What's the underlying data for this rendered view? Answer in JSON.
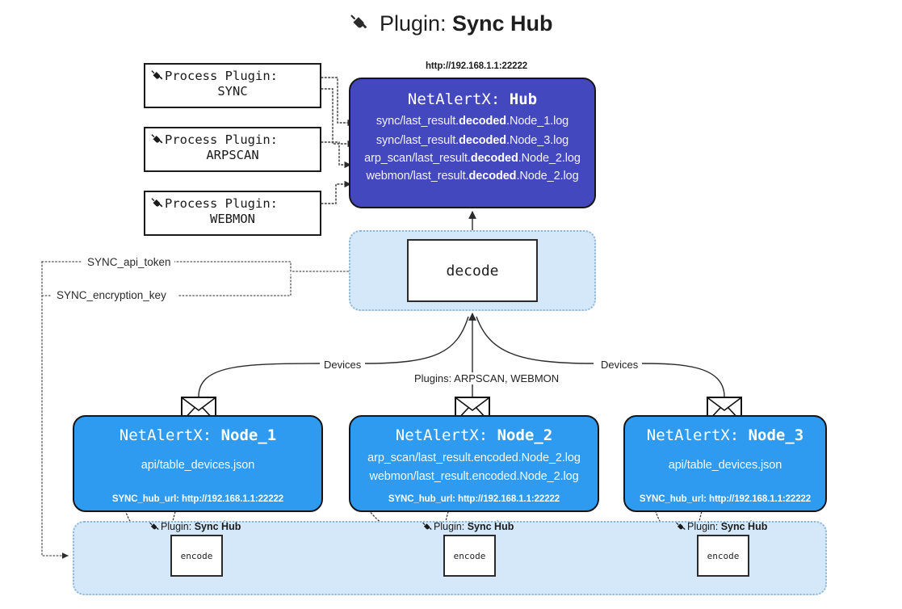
{
  "title": {
    "icon": "plug-icon",
    "prefix": "Plugin: ",
    "name": "Sync Hub"
  },
  "process_plugins": [
    {
      "icon": "plug-icon",
      "line1": "Process Plugin:",
      "line2": "SYNC"
    },
    {
      "icon": "plug-icon",
      "line1": "Process Plugin:",
      "line2": "ARPSCAN"
    },
    {
      "icon": "plug-icon",
      "line1": "Process Plugin:",
      "line2": "WEBMON"
    }
  ],
  "hub": {
    "url": "http://192.168.1.1:22222",
    "title_prefix": "NetAlertX: ",
    "title_name": "Hub",
    "logs": [
      {
        "pre": "sync/last_result.",
        "mid": "decoded",
        "post": ".Node_1.log"
      },
      {
        "pre": "sync/last_result.",
        "mid": "decoded",
        "post": ".Node_3.log"
      },
      {
        "pre": "arp_scan/last_result.",
        "mid": "decoded",
        "post": ".Node_2.log"
      },
      {
        "pre": "webmon/last_result.",
        "mid": "decoded",
        "post": ".Node_2.log"
      }
    ]
  },
  "decode": {
    "box_label": "decode"
  },
  "tokens": {
    "api_token": "SYNC_api_token",
    "encryption_key": "SYNC_encryption_key"
  },
  "edge_labels": {
    "devices_left": "Devices",
    "devices_right": "Devices",
    "plugins": "Plugins: ARPSCAN, WEBMON"
  },
  "nodes": [
    {
      "title_prefix": "NetAlertX: ",
      "title_name": "Node_1",
      "lines": [
        "api/table_devices.json"
      ],
      "hub_url_label": "SYNC_hub_url: ",
      "hub_url": "http://192.168.1.1:22222",
      "envelope_icon": "envelope-icon"
    },
    {
      "title_prefix": "NetAlertX: ",
      "title_name": "Node_2",
      "lines": [
        "arp_scan/last_result.encoded.Node_2.log",
        "webmon/last_result.encoded.Node_2.log"
      ],
      "hub_url_label": "SYNC_hub_url: ",
      "hub_url": "http://192.168.1.1:22222",
      "envelope_icon": "envelope-icon"
    },
    {
      "title_prefix": "NetAlertX: ",
      "title_name": "Node_3",
      "lines": [
        "api/table_devices.json"
      ],
      "hub_url_label": "SYNC_hub_url: ",
      "hub_url": "http://192.168.1.1:22222",
      "envelope_icon": "envelope-icon"
    }
  ],
  "encode_zone": {
    "captions": [
      {
        "icon": "plug-icon",
        "prefix": "Plugin: ",
        "name": "Sync Hub"
      },
      {
        "icon": "plug-icon",
        "prefix": "Plugin: ",
        "name": "Sync Hub"
      },
      {
        "icon": "plug-icon",
        "prefix": "Plugin: ",
        "name": "Sync Hub"
      }
    ],
    "boxes": [
      "encode",
      "encode",
      "encode"
    ]
  },
  "colors": {
    "hub_fill": "#4348bf",
    "node_fill": "#2f9bf0",
    "zone_fill": "#d4e8fa",
    "zone_border": "#8fb6d6",
    "stroke": "#16161a",
    "page_bg": "#ffffff"
  }
}
